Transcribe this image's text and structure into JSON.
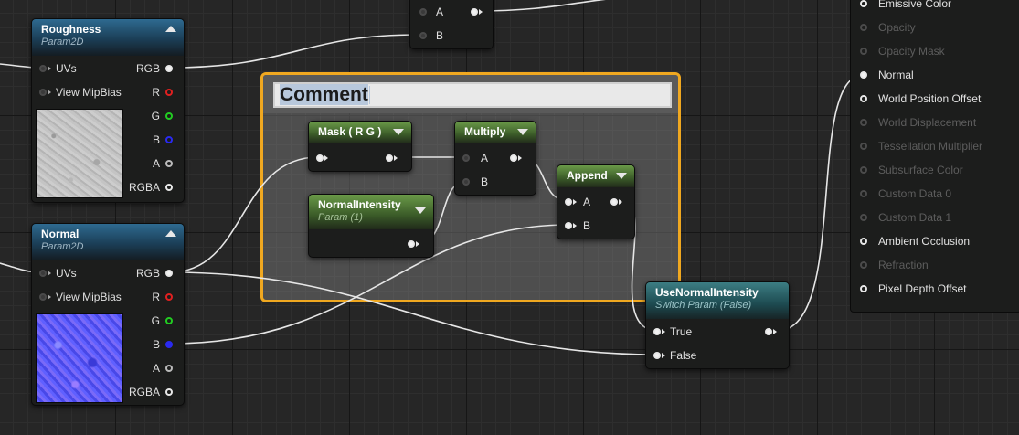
{
  "comment": {
    "title": "Comment"
  },
  "roughness_node": {
    "title": "Roughness",
    "subtitle": "Param2D",
    "inputs": [
      "UVs",
      "View MipBias"
    ],
    "outputs": [
      "RGB",
      "R",
      "G",
      "B",
      "A",
      "RGBA"
    ]
  },
  "normal_node": {
    "title": "Normal",
    "subtitle": "Param2D",
    "inputs": [
      "UVs",
      "View MipBias"
    ],
    "outputs": [
      "RGB",
      "R",
      "G",
      "B",
      "A",
      "RGBA"
    ]
  },
  "top_node": {
    "inputs": [
      "A",
      "B"
    ]
  },
  "mask_node": {
    "title": "Mask ( R G )"
  },
  "multiply_node": {
    "title": "Multiply",
    "inputs": [
      "A",
      "B"
    ]
  },
  "append_node": {
    "title": "Append",
    "inputs": [
      "A",
      "B"
    ]
  },
  "normal_intensity_node": {
    "title": "NormalIntensity",
    "subtitle": "Param (1)"
  },
  "switch_node": {
    "title": "UseNormalIntensity",
    "subtitle": "Switch Param (False)",
    "inputs": [
      "True",
      "False"
    ]
  },
  "material_output": {
    "pins": [
      {
        "label": "Emissive Color",
        "active": true
      },
      {
        "label": "Opacity",
        "active": false
      },
      {
        "label": "Opacity Mask",
        "active": false
      },
      {
        "label": "Normal",
        "active": true
      },
      {
        "label": "World Position Offset",
        "active": true
      },
      {
        "label": "World Displacement",
        "active": false
      },
      {
        "label": "Tessellation Multiplier",
        "active": false
      },
      {
        "label": "Subsurface Color",
        "active": false
      },
      {
        "label": "Custom Data 0",
        "active": false
      },
      {
        "label": "Custom Data 1",
        "active": false
      },
      {
        "label": "Ambient Occlusion",
        "active": true
      },
      {
        "label": "Refraction",
        "active": false
      },
      {
        "label": "Pixel Depth Offset",
        "active": true
      }
    ]
  }
}
